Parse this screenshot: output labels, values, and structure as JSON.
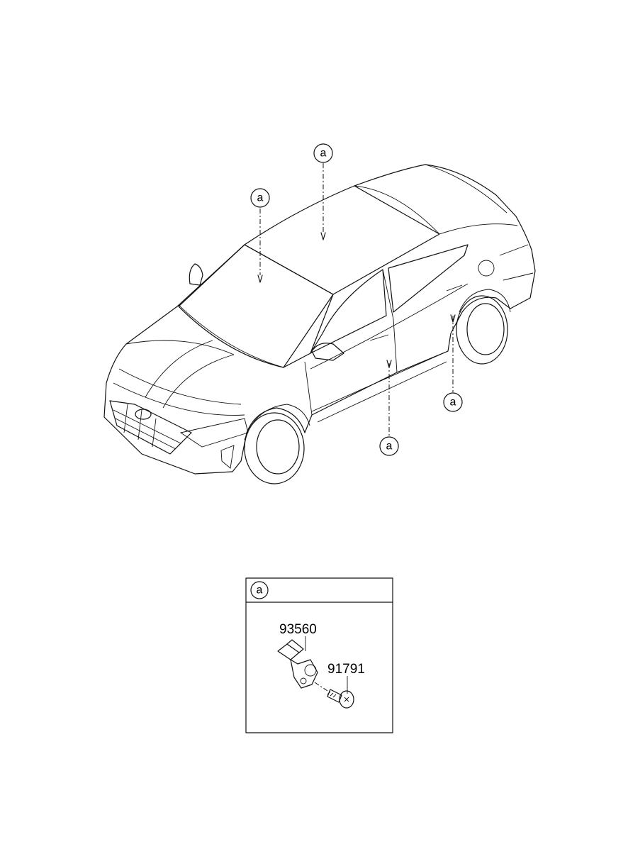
{
  "callouts": {
    "roof_center": "a",
    "roof_front": "a",
    "front_door": "a",
    "rear_door": "a"
  },
  "detail_box": {
    "header_callout": "a",
    "parts": [
      {
        "number": "93560"
      },
      {
        "number": "91791"
      }
    ]
  }
}
